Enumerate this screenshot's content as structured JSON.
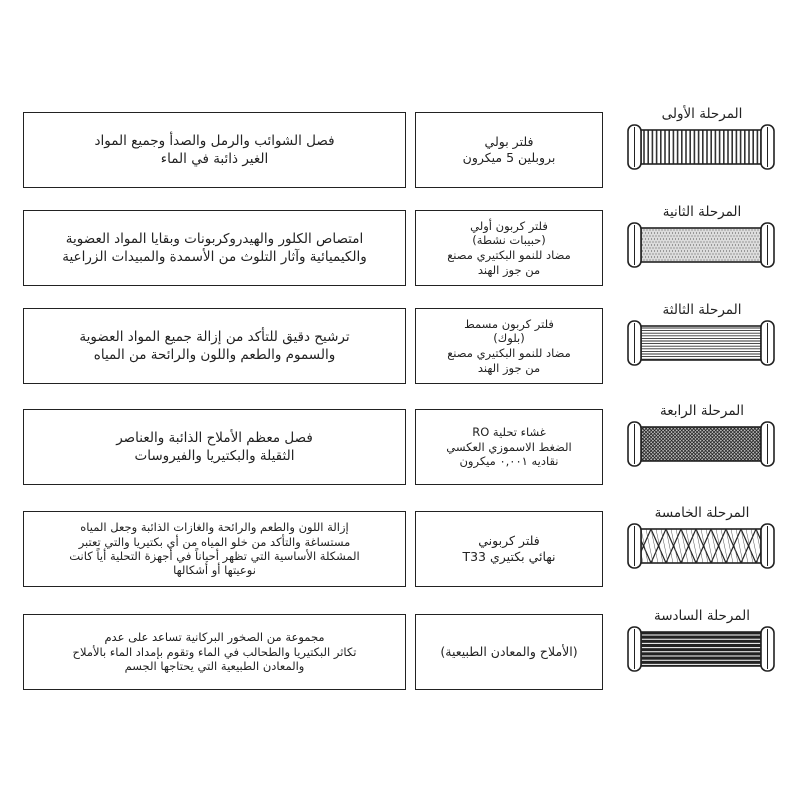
{
  "stages": [
    {
      "title": "المرحلة الأولى",
      "filter": "فلتر بولي\nبروبلين 5 ميكرون",
      "description": "فصل الشوائب والرمل والصدأ وجميع المواد\nالغير ذائبة في الماء",
      "pattern": "rings"
    },
    {
      "title": "المرحلة الثانية",
      "filter": "فلتر كربون أولي\n(حبيبات نشطة)\nمضاد للنمو البكتيري مصنع\nمن جوز الهند",
      "description": "امتصاص الكلور والهيدروكربونات وبقايا المواد العضوية\nوالكيميائية وآثار التلوث من الأسمدة والمبيدات الزراعية",
      "pattern": "dots"
    },
    {
      "title": "المرحلة الثالثة",
      "filter": "فلتر كربون مسمط\n(بلوك)\nمضاد للنمو البكتيري مصنع\nمن جوز الهند",
      "description": "ترشيح دقيق للتأكد من إزالة جميع المواد العضوية\nوالسموم والطعم واللون والرائحة من المياه",
      "pattern": "lines"
    },
    {
      "title": "المرحلة الرابعة",
      "filter": "غشاء تحلية RO\nالضغط الاسموزي العكسي\nنقاديه ٠,٠٠١ ميكرون",
      "description": "فصل معظم الأملاح الذائبة والعناصر\nالثقيلة والبكتيريا والفيروسات",
      "pattern": "mesh"
    },
    {
      "title": "المرحلة الخامسة",
      "filter": "فلتر كربوني\nنهائي بكتيري T33",
      "description": "إزالة اللون والطعم والرائحة والغازات الذائبة وجعل المياه\nمستساغة والتأكد من خلو المياه من أي بكتيريا والتي تعتبر\nالمشكلة الأساسية التي تظهر أحياناً في أجهزة التحلية أياً كانت\nنوعيتها أو أشكالها",
      "pattern": "wrap"
    },
    {
      "title": "المرحلة السادسة",
      "filter": "(الأملاح والمعادن الطبيعية)",
      "description": "مجموعة من الصخور البركانية تساعد على عدم\nتكاثر البكتيريا والطحالب في الماء وتقوم بإمداد الماء بالأملاح\nوالمعادن الطبيعية التي يحتاجها الجسم",
      "pattern": "bands"
    }
  ]
}
